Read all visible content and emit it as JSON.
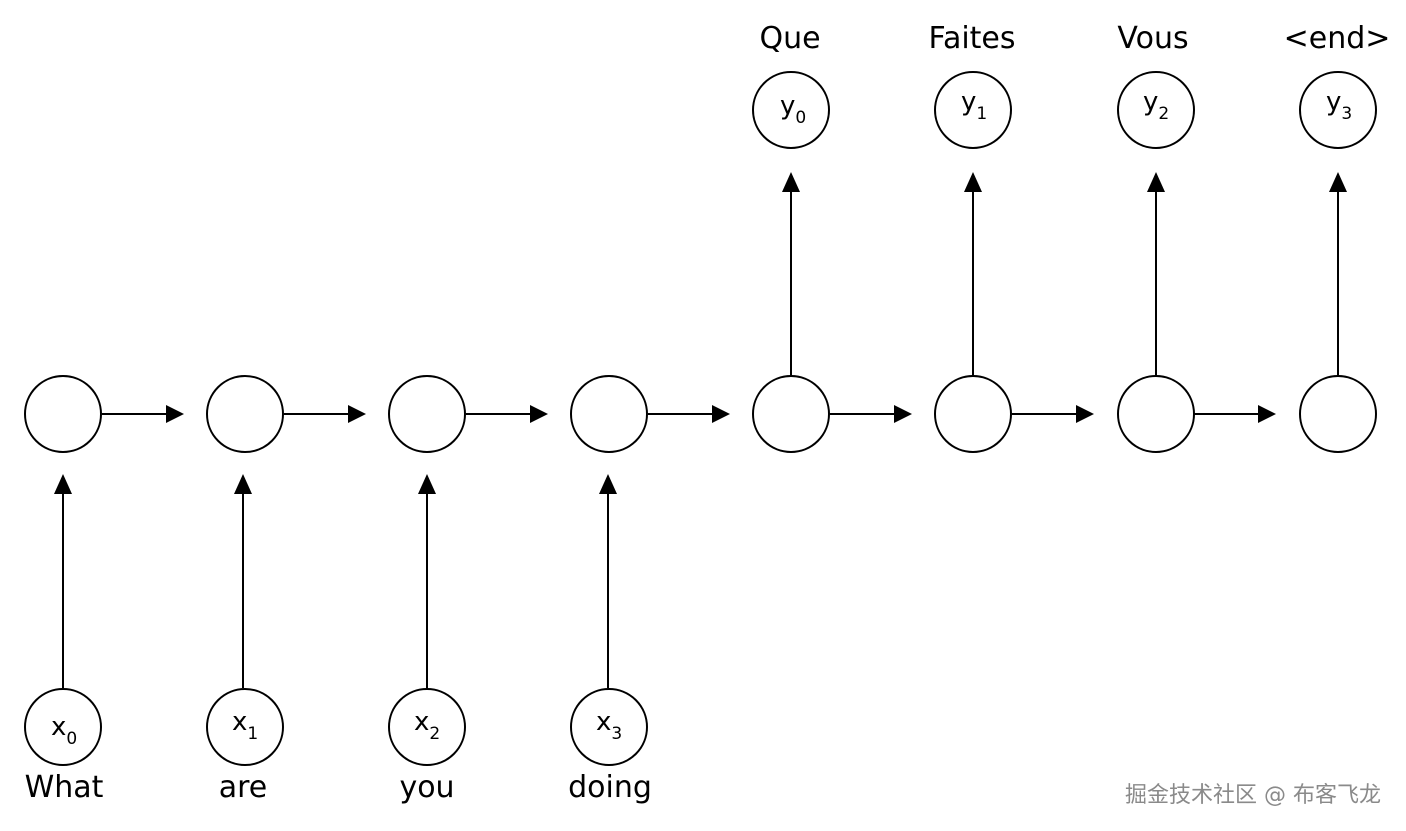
{
  "encoder": {
    "inputs": [
      {
        "var": "x",
        "sub": "0",
        "word": "What"
      },
      {
        "var": "x",
        "sub": "1",
        "word": "are"
      },
      {
        "var": "x",
        "sub": "2",
        "word": "you"
      },
      {
        "var": "x",
        "sub": "3",
        "word": "doing"
      }
    ]
  },
  "decoder": {
    "outputs": [
      {
        "var": "y",
        "sub": "0",
        "word": "Que"
      },
      {
        "var": "y",
        "sub": "1",
        "word": "Faites"
      },
      {
        "var": "y",
        "sub": "2",
        "word": "Vous"
      },
      {
        "var": "y",
        "sub": "3",
        "word": "<end>"
      }
    ]
  },
  "watermark": "掘金技术社区 @ 布客飞龙"
}
